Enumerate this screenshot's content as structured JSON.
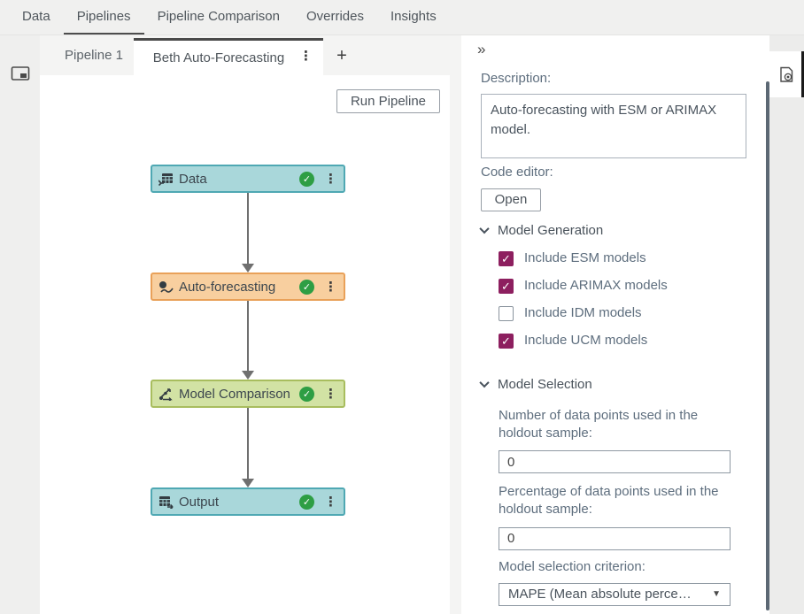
{
  "colors": {
    "accent_magenta": "#8d1f5f",
    "status_green": "#2e9e44",
    "node_data_bg": "#a9d7da",
    "node_data_border": "#4fa8b3",
    "node_forecast_bg": "#f8cf9f",
    "node_forecast_border": "#e9a159",
    "node_compare_bg": "#d2e2a4",
    "node_compare_border": "#a8bd5e",
    "node_output_bg": "#a9d7da",
    "node_output_border": "#4fa8b3",
    "topbar_bg": "#f0f0ef"
  },
  "icons": {
    "collapse": "»",
    "kebab": "⋮",
    "add_tab": "+",
    "status_check": "✓",
    "dropdown_arrow": "▼"
  },
  "top_tabs": {
    "items": [
      {
        "label": "Data",
        "active": false
      },
      {
        "label": "Pipelines",
        "active": true
      },
      {
        "label": "Pipeline Comparison",
        "active": false
      },
      {
        "label": "Overrides",
        "active": false
      },
      {
        "label": "Insights",
        "active": false
      }
    ]
  },
  "pipeline_tabs": {
    "inactive_tab": "Pipeline 1",
    "active_tab": "Beth Auto-Forecasting"
  },
  "canvas": {
    "run_button": "Run Pipeline",
    "nodes": [
      {
        "label": "Data",
        "status": "complete"
      },
      {
        "label": "Auto-forecasting",
        "status": "complete"
      },
      {
        "label": "Model Comparison",
        "status": "complete"
      },
      {
        "label": "Output",
        "status": "complete"
      }
    ]
  },
  "right_panel": {
    "description_label": "Description:",
    "description_value": "Auto-forecasting with ESM or ARIMAX model.",
    "code_editor_label": "Code editor:",
    "open_button": "Open",
    "model_generation": {
      "title": "Model Generation",
      "items": [
        {
          "label": "Include ESM models",
          "checked": true
        },
        {
          "label": "Include ARIMAX models",
          "checked": true
        },
        {
          "label": "Include IDM models",
          "checked": false
        },
        {
          "label": "Include UCM models",
          "checked": true
        }
      ]
    },
    "model_selection": {
      "title": "Model Selection",
      "holdout_number_label": "Number of data points used in the holdout sample:",
      "holdout_number_value": "0",
      "holdout_percent_label": "Percentage of data points used in the holdout sample:",
      "holdout_percent_value": "0",
      "criterion_label": "Model selection criterion:",
      "criterion_value": "MAPE (Mean absolute perce…"
    }
  }
}
